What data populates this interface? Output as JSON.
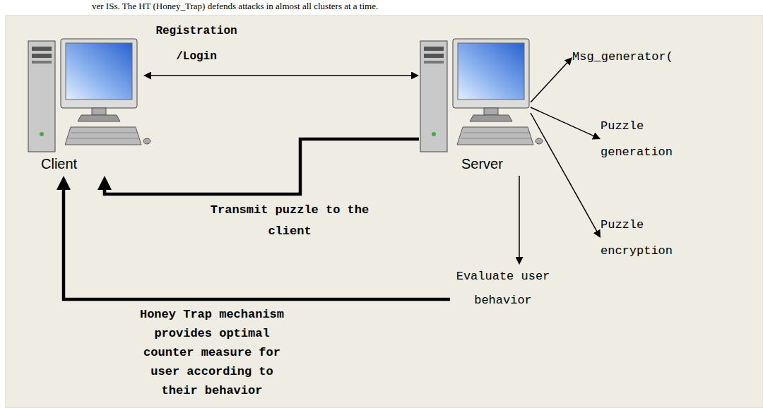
{
  "diagram": {
    "nodes": [
      {
        "text": [
          "Client"
        ]
      },
      {
        "text": [
          "Server"
        ]
      },
      {
        "text": [
          "Msg_generator("
        ]
      },
      {
        "text": [
          "Puzzle generation"
        ]
      },
      {
        "text": [
          "Puzzle encryption"
        ]
      },
      {
        "text": [
          "Evaluate user behavior"
        ]
      }
    ],
    "edges": [
      {
        "from": 0,
        "to": 1,
        "arrow": "both",
        "label": "Registration /Login"
      },
      {
        "from": 1,
        "to": 0,
        "arrow": "to",
        "label": "Transmit puzzle to the client"
      },
      {
        "from": 1,
        "to": 2,
        "arrow": "to"
      },
      {
        "from": 1,
        "to": 3,
        "arrow": "to"
      },
      {
        "from": 1,
        "to": 4,
        "arrow": "to"
      },
      {
        "from": 1,
        "to": 5,
        "arrow": "to"
      },
      {
        "from": 5,
        "to": 0,
        "arrow": "to",
        "label": "Honey Trap mechanism provides optimal counter measure for user according to their behavior"
      }
    ],
    "labels": [
      "ver ISs. The HT (Honey_Trap) defends attacks in almost all clusters at a time."
    ]
  }
}
